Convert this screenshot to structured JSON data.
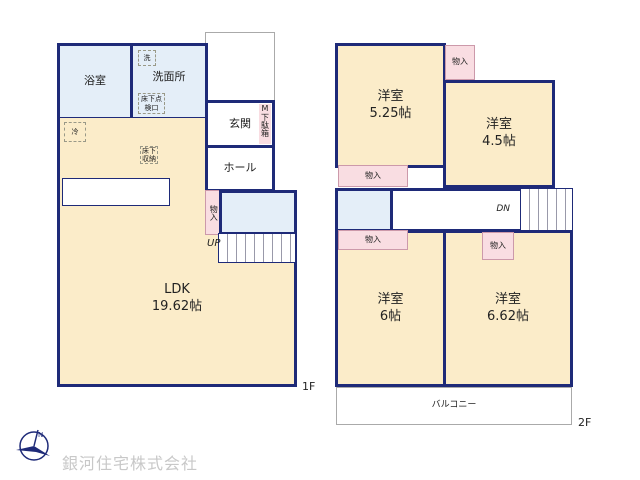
{
  "floor1": {
    "label": "1F",
    "bath": "浴室",
    "washroom": "洗面所",
    "washer": "洗",
    "floor_hatch": "床下点検口",
    "entrance": "玄関",
    "hall": "ホール",
    "shoe_m": "M",
    "shoe_box": "下駄箱",
    "fridge": "冷",
    "underfloor": "床下収納",
    "closet": "物入",
    "up": "UP",
    "ldk_name": "LDK",
    "ldk_size": "19.62帖"
  },
  "floor2": {
    "label": "2F",
    "room1_name": "洋室",
    "room1_size": "5.25帖",
    "room2_name": "洋室",
    "room2_size": "4.5帖",
    "room3_name": "洋室",
    "room3_size": "6帖",
    "room4_name": "洋室",
    "room4_size": "6.62帖",
    "closet": "物入",
    "down": "DN",
    "balcony": "バルコニー"
  },
  "company": "銀河住宅株式会社",
  "colors": {
    "wall": "#1e2a78",
    "ldk": "#fbecc9",
    "wet": "#e4eef8",
    "closet": "#f9dde2"
  }
}
